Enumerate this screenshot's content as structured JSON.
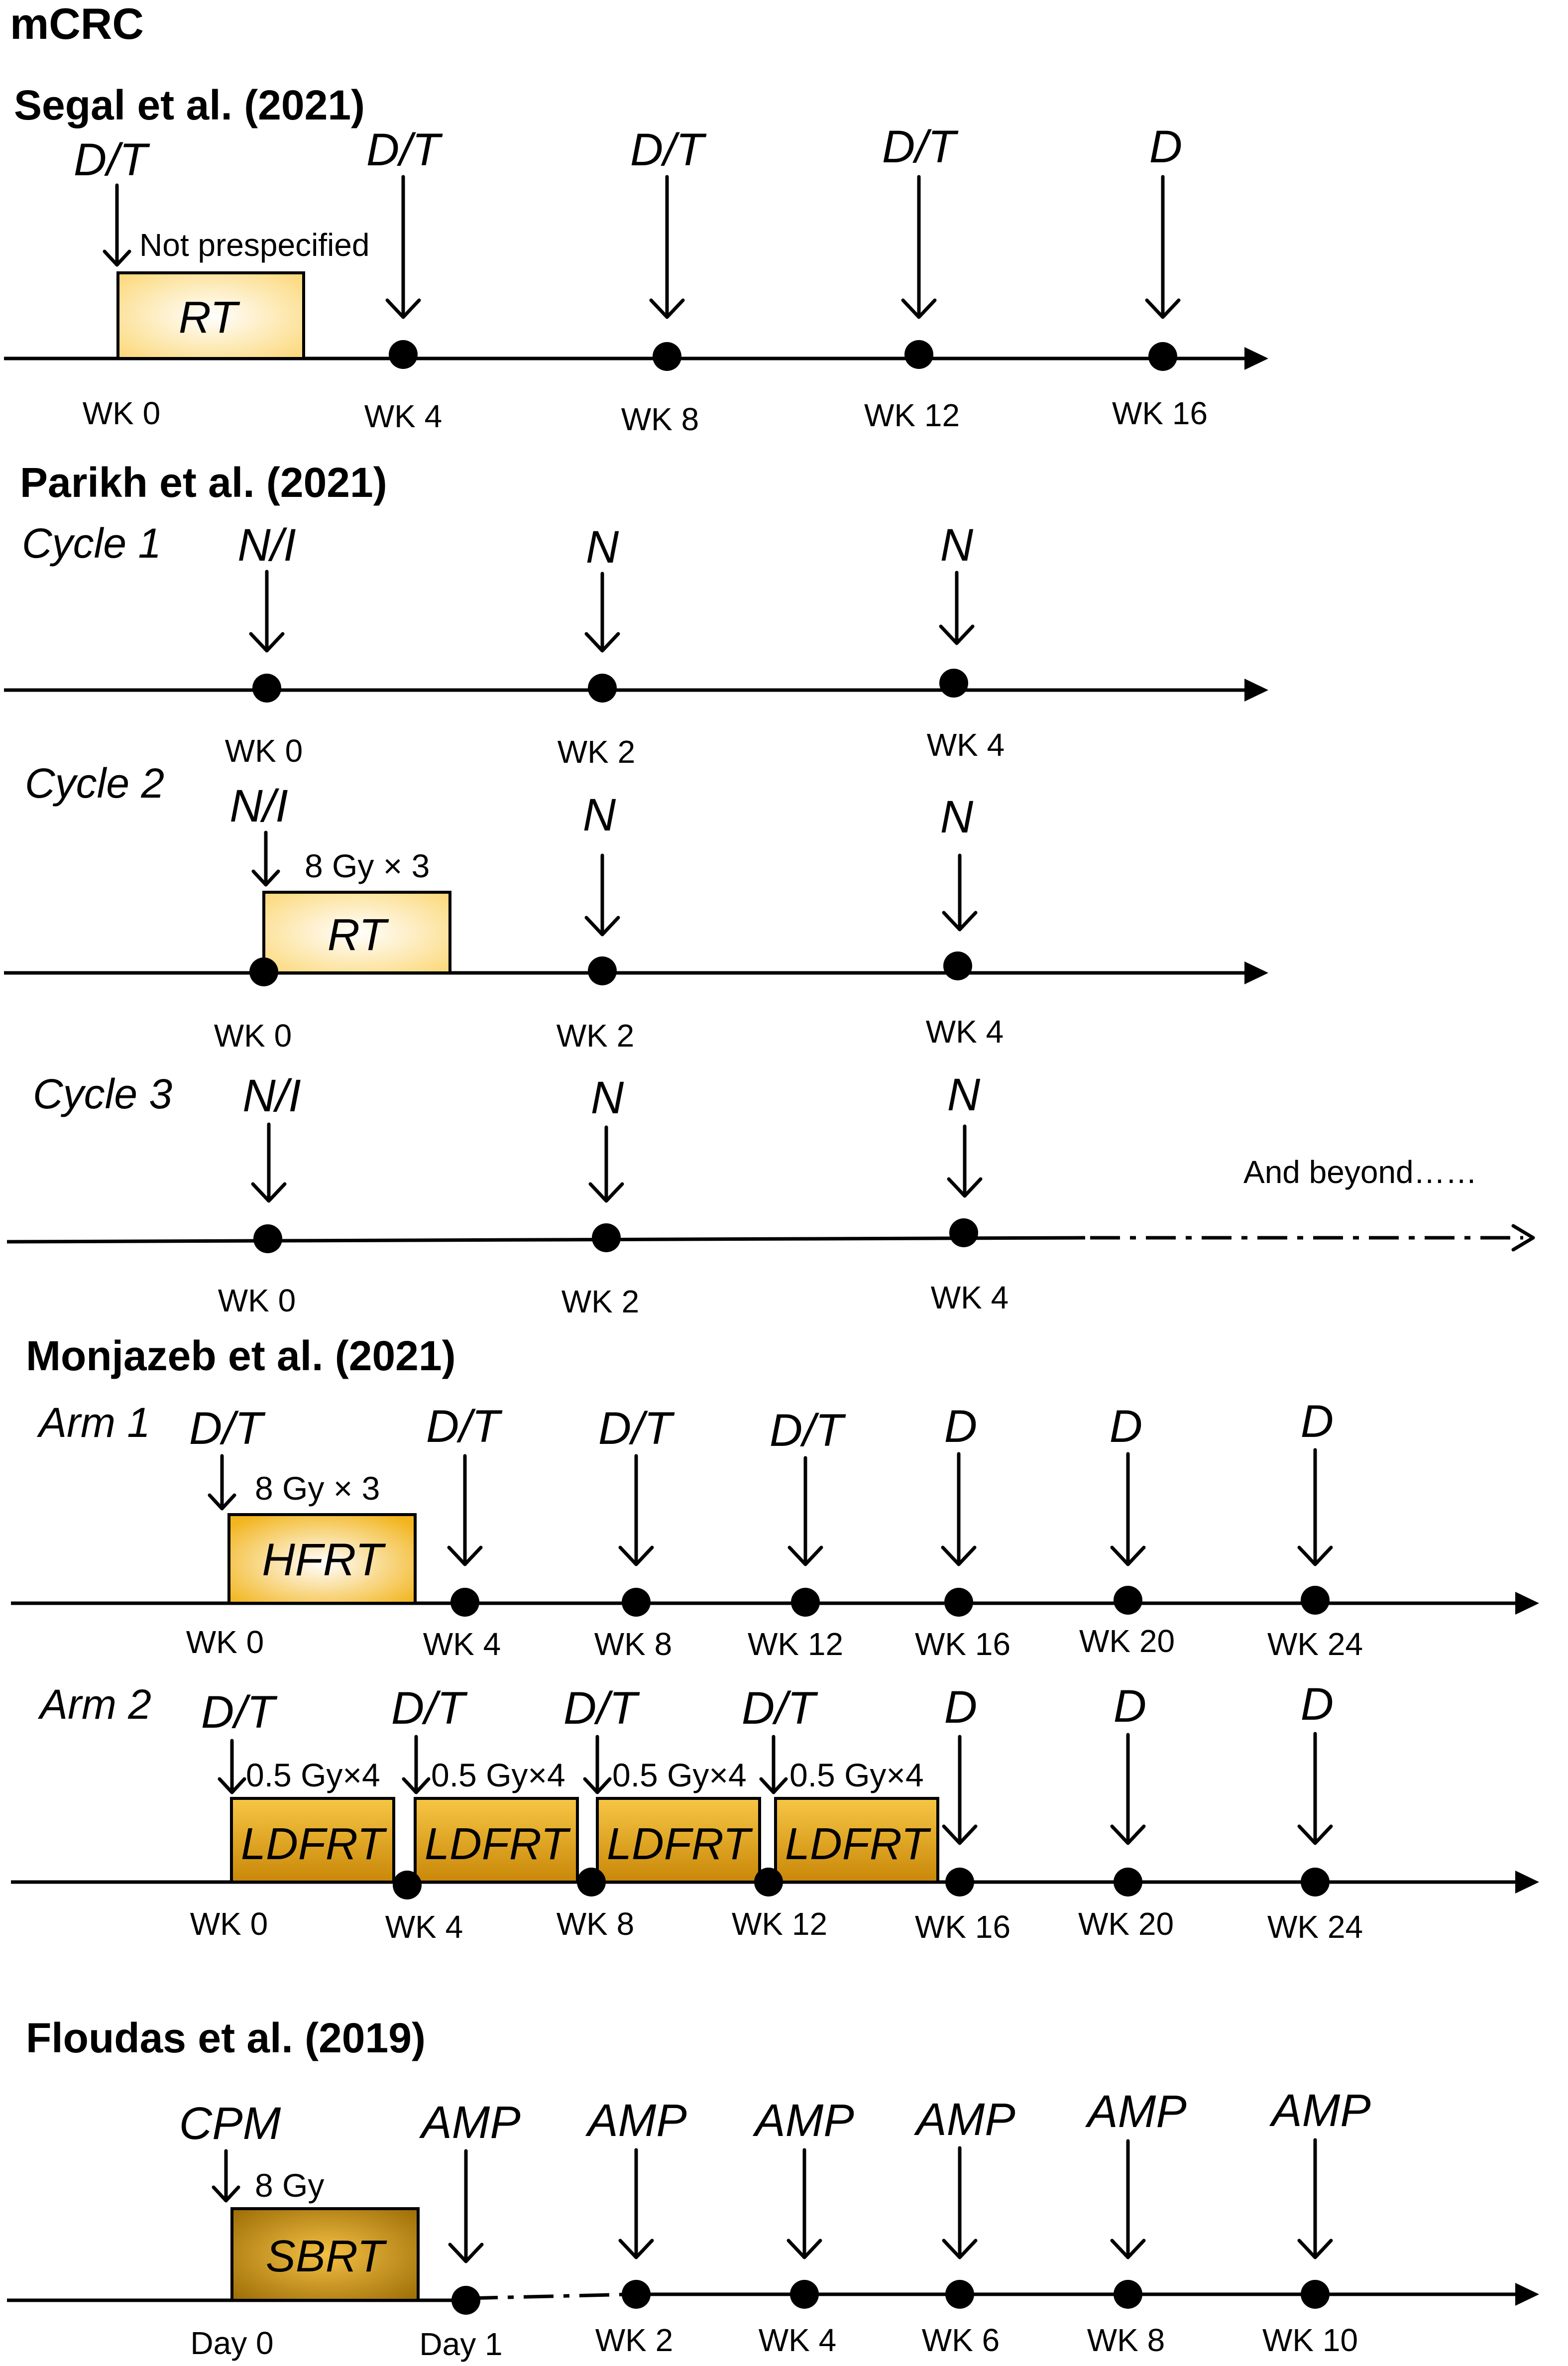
{
  "title": "mCRC",
  "colors": {
    "box_light": "#fde8a6",
    "box_mid": "#f5c24a",
    "box_dark": "#c98d14",
    "box_sbrt": "#b8860b"
  },
  "segal": {
    "heading": "Segal et al. (2021)",
    "rt_label": "RT",
    "rt_note": "Not prespecified",
    "points": [
      {
        "drug": "D/T",
        "week": "WK 0"
      },
      {
        "drug": "D/T",
        "week": "WK 4"
      },
      {
        "drug": "D/T",
        "week": "WK 8"
      },
      {
        "drug": "D/T",
        "week": "WK 12"
      },
      {
        "drug": "D",
        "week": "WK 16"
      }
    ]
  },
  "parikh": {
    "heading": "Parikh et al. (2021)",
    "cycles": [
      {
        "label": "Cycle 1",
        "points": [
          {
            "drug": "N/I",
            "week": "WK 0"
          },
          {
            "drug": "N",
            "week": "WK 2"
          },
          {
            "drug": "N",
            "week": "WK 4"
          }
        ]
      },
      {
        "label": "Cycle 2",
        "rt_label": "RT",
        "rt_dose": "8 Gy × 3",
        "points": [
          {
            "drug": "N/I",
            "week": "WK 0"
          },
          {
            "drug": "N",
            "week": "WK 2"
          },
          {
            "drug": "N",
            "week": "WK 4"
          }
        ]
      },
      {
        "label": "Cycle 3",
        "note": "And beyond……",
        "points": [
          {
            "drug": "N/I",
            "week": "WK 0"
          },
          {
            "drug": "N",
            "week": "WK 2"
          },
          {
            "drug": "N",
            "week": "WK 4"
          }
        ]
      }
    ]
  },
  "monjazeb": {
    "heading": "Monjazeb et al. (2021)",
    "arm1": {
      "label": "Arm 1",
      "box_label": "HFRT",
      "dose": "8 Gy × 3",
      "drugs": [
        "D/T",
        "D/T",
        "D/T",
        "D/T",
        "D",
        "D",
        "D"
      ],
      "weeks": [
        "WK 0",
        "WK 4",
        "WK 8",
        "WK 12",
        "WK 16",
        "WK 20",
        "WK 24"
      ]
    },
    "arm2": {
      "label": "Arm 2",
      "box_label": "LDFRT",
      "dose": "0.5 Gy×4",
      "drugs": [
        "D/T",
        "D/T",
        "D/T",
        "D/T",
        "D",
        "D",
        "D"
      ],
      "weeks": [
        "WK 0",
        "WK 4",
        "WK 8",
        "WK 12",
        "WK 16",
        "WK 20",
        "WK 24"
      ]
    }
  },
  "floudas": {
    "heading": "Floudas  et al. (2019)",
    "box_label": "SBRT",
    "dose": "8 Gy",
    "drugs": [
      "CPM",
      "AMP",
      "AMP",
      "AMP",
      "AMP",
      "AMP",
      "AMP"
    ],
    "weeks": [
      "Day 0",
      "Day 1",
      "WK 2",
      "WK 4",
      "WK 6",
      "WK 8",
      "WK 10"
    ]
  }
}
